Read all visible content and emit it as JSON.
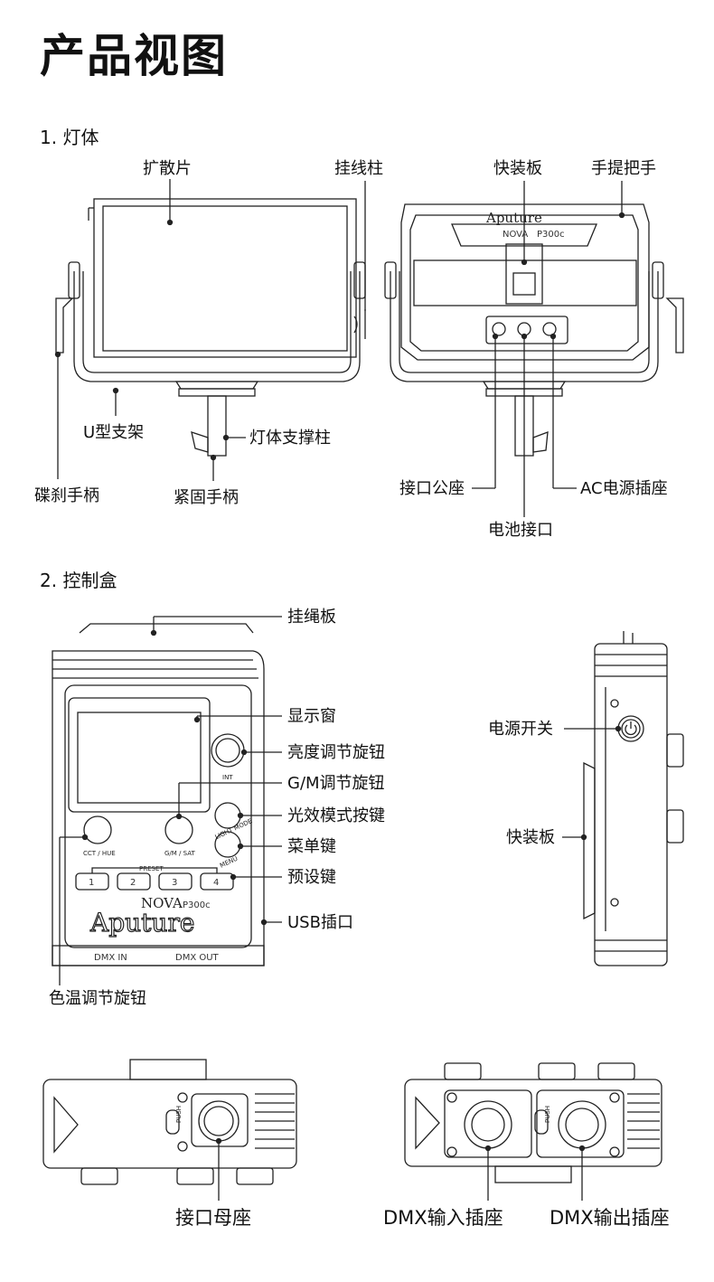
{
  "page_title": "产品视图",
  "sections": {
    "light_body": "1. 灯体",
    "control_box": "2. 控制盒"
  },
  "light_front_labels": {
    "diffuser": "扩散片",
    "wire_post": "挂线柱",
    "u_bracket": "U型支架",
    "support_column": "灯体支撑柱",
    "brake_handle": "碟刹手柄",
    "lock_handle": "紧固手柄"
  },
  "light_back_labels": {
    "quick_plate": "快装板",
    "carry_handle": "手提把手",
    "male_connector": "接口公座",
    "ac_socket": "AC电源插座",
    "battery_port": "电池接口"
  },
  "control_front_labels": {
    "hanging_plate": "挂绳板",
    "display": "显示窗",
    "brightness_knob": "亮度调节旋钮",
    "gm_knob": "G/M调节旋钮",
    "effect_button": "光效模式按键",
    "menu_button": "菜单键",
    "preset_keys": "预设键",
    "usb_port": "USB插口",
    "cct_knob": "色温调节旋钮"
  },
  "control_side_labels": {
    "power_switch": "电源开关",
    "quick_plate": "快装板"
  },
  "control_bottom_labels": {
    "female_connector": "接口母座",
    "dmx_in": "DMX输入插座",
    "dmx_out": "DMX输出插座"
  },
  "device_text": {
    "brand": "Aputure",
    "model_nova": "NOVA",
    "model_code": "P300c",
    "int": "INT",
    "cct_hue": "CCT / HUE",
    "gm_sat": "G/M / SAT",
    "light_mode": "LIGHT MODE",
    "menu": "MENU",
    "preset": "PRESET",
    "preset_keys": [
      "1",
      "2",
      "3",
      "4"
    ],
    "dmx_in": "DMX  IN",
    "dmx_out": "DMX  OUT",
    "push": "PUSH"
  }
}
